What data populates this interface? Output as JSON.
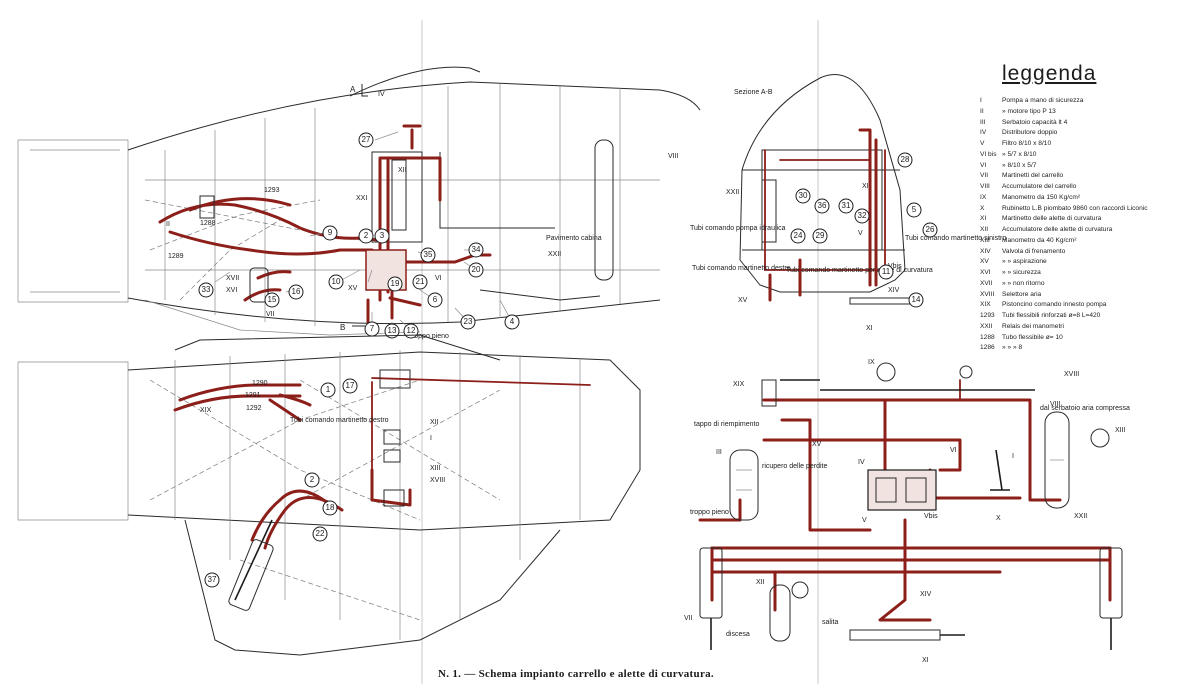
{
  "figure": {
    "caption": "N. 1. — Schema impianto carrello e alette di curvatura.",
    "section_title": "Sezione A-B",
    "section_marks": [
      "A",
      "B"
    ]
  },
  "legend": {
    "title": "leggenda",
    "items": [
      {
        "code": "I",
        "text": "Pompa a mano di sicurezza"
      },
      {
        "code": "II",
        "text": "» motore tipo P 13"
      },
      {
        "code": "III",
        "text": "Serbatoio capacità lt 4"
      },
      {
        "code": "IV",
        "text": "Distributore doppio"
      },
      {
        "code": "V",
        "text": "Filtro 8/10 x 8/10"
      },
      {
        "code": "VI bis",
        "text": "» 5/7 x 8/10"
      },
      {
        "code": "VI",
        "text": "» 8/10 x 5/7"
      },
      {
        "code": "VII",
        "text": "Martinetti del carrello"
      },
      {
        "code": "VIII",
        "text": "Accumulatore del carrello"
      },
      {
        "code": "IX",
        "text": "Manometro da 150 Kg/cm²"
      },
      {
        "code": "X",
        "text": "Rubinetto L.B piombato 9860 con raccordi Liconic"
      },
      {
        "code": "XI",
        "text": "Martinetto delle alette di curvatura"
      },
      {
        "code": "XII",
        "text": "Accumulatore delle alette di curvatura"
      },
      {
        "code": "XIII",
        "text": "Manometro da 40 Kg/cm²"
      },
      {
        "code": "XIV",
        "text": "Valvola di frenamento"
      },
      {
        "code": "XV",
        "text": "» » aspirazione"
      },
      {
        "code": "XVI",
        "text": "» » sicurezza"
      },
      {
        "code": "XVII",
        "text": "» » non ritorno"
      },
      {
        "code": "XVIII",
        "text": "Selettore aria"
      },
      {
        "code": "XIX",
        "text": "Pistoncino comando innesto pompa"
      },
      {
        "code": "1293",
        "text": "Tubi flessibili rinforzati ø=8 L=420"
      },
      {
        "code": "XXII",
        "text": "Relais dei manometri"
      },
      {
        "code": "1288",
        "text": "Tubo flessibile ø= 10"
      },
      {
        "code": "1286",
        "text": "» » » 8"
      }
    ]
  },
  "labels": {
    "tubi_pompa": "Tubi comando pompa idraulica",
    "tubi_martinetto_destro": "Tubi comando martinetto destro",
    "tubi_martinetto_sinistro": "Tubi comando martinetto sinistro",
    "tubi_alette": "Tubi comando martinetto per alette di curvatura",
    "tubi_martinetto_destro_plan": "Tubi comando martinetto destro",
    "pavimento": "Pavimento cabina",
    "troppo_pieno_top": "troppo pieno",
    "tappo": "tappo di riempimento",
    "recupero": "ricupero delle perdite",
    "troppo_pieno_schema": "troppo pieno",
    "serbatoio_aria": "dal serbatoio aria compressa",
    "discesa": "discesa",
    "salita": "salita",
    "vbis": "Vbis"
  },
  "callouts_top": [
    "27",
    "3",
    "2",
    "9",
    "33",
    "16",
    "15",
    "10",
    "19",
    "6",
    "23",
    "4",
    "34",
    "35",
    "20",
    "21",
    "7",
    "13",
    "12"
  ],
  "callouts_bottom": [
    "1",
    "17",
    "18",
    "22",
    "37",
    "2"
  ],
  "callouts_section": [
    "28",
    "30",
    "36",
    "31",
    "32",
    "24",
    "29",
    "5",
    "11",
    "14",
    "26"
  ],
  "roman_top": [
    "IV",
    "XII",
    "XXI",
    "XXII",
    "XV",
    "XVI",
    "XVII",
    "VIII",
    "VI",
    "VII",
    "II"
  ],
  "roman_schema": [
    "XIX",
    "IX",
    "XVIII",
    "XV",
    "III",
    "IV",
    "VI",
    "I",
    "XIII",
    "VIII",
    "XXII",
    "X",
    "V",
    "VII",
    "XII",
    "XIV",
    "XI"
  ],
  "colors": {
    "hydraulic_line": "#8c1f1a",
    "ink": "#1c1c1c",
    "paper": "#ffffff"
  }
}
